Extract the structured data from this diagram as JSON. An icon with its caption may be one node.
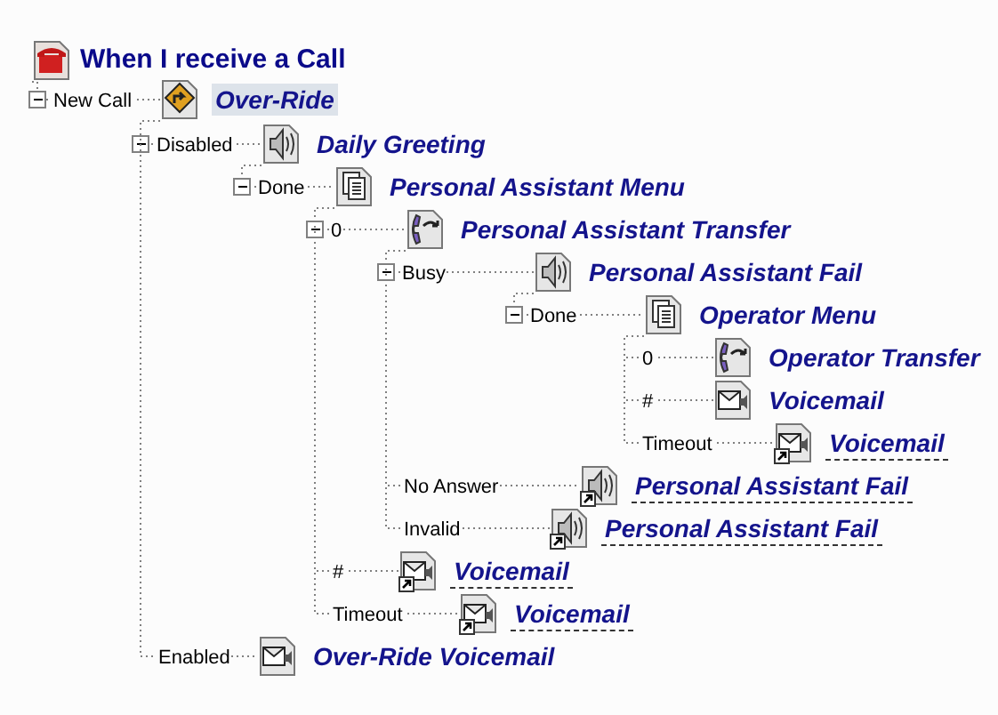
{
  "diagram": {
    "nodes": [
      {
        "text": [
          "When I receive a Call"
        ]
      },
      {
        "text": [
          "Over-Ride"
        ]
      },
      {
        "text": [
          "Daily Greeting"
        ]
      },
      {
        "text": [
          "Personal Assistant Menu"
        ]
      },
      {
        "text": [
          "Personal Assistant Transfer"
        ]
      },
      {
        "text": [
          "Personal Assistant Fail"
        ]
      },
      {
        "text": [
          "Operator Menu"
        ]
      },
      {
        "text": [
          "Operator Transfer"
        ]
      },
      {
        "text": [
          "Voicemail"
        ]
      },
      {
        "text": [
          "Voicemail"
        ]
      },
      {
        "text": [
          "Personal Assistant Fail"
        ]
      },
      {
        "text": [
          "Personal Assistant Fail"
        ]
      },
      {
        "text": [
          "Voicemail"
        ]
      },
      {
        "text": [
          "Voicemail"
        ]
      },
      {
        "text": [
          "Over-Ride Voicemail"
        ]
      }
    ],
    "edges": [
      {
        "from": 0,
        "to": 1,
        "arrow": "none",
        "label": "New Call"
      },
      {
        "from": 1,
        "to": 2,
        "arrow": "none",
        "label": "Disabled"
      },
      {
        "from": 2,
        "to": 3,
        "arrow": "none",
        "label": "Done"
      },
      {
        "from": 3,
        "to": 4,
        "arrow": "none",
        "label": "0"
      },
      {
        "from": 4,
        "to": 5,
        "arrow": "none",
        "label": "Busy"
      },
      {
        "from": 5,
        "to": 6,
        "arrow": "none",
        "label": "Done"
      },
      {
        "from": 6,
        "to": 7,
        "arrow": "none",
        "label": "0"
      },
      {
        "from": 6,
        "to": 8,
        "arrow": "none",
        "label": "#"
      },
      {
        "from": 6,
        "to": 9,
        "arrow": "none",
        "label": "Timeout"
      },
      {
        "from": 4,
        "to": 10,
        "arrow": "none",
        "label": "No Answer"
      },
      {
        "from": 4,
        "to": 11,
        "arrow": "none",
        "label": "Invalid"
      },
      {
        "from": 3,
        "to": 12,
        "arrow": "none",
        "label": "#"
      },
      {
        "from": 3,
        "to": 13,
        "arrow": "none",
        "label": "Timeout"
      },
      {
        "from": 1,
        "to": 14,
        "arrow": "none",
        "label": "Enabled"
      }
    ]
  }
}
